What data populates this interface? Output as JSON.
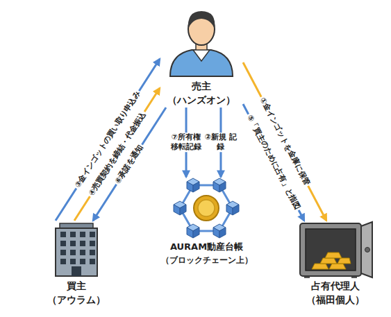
{
  "diagram": {
    "nodes": [
      {
        "text": [
          "売主",
          "（ハンズオン）"
        ]
      },
      {
        "text": [
          "買主",
          "（アウラム）"
        ]
      },
      {
        "text": [
          "AURAM動産台帳",
          "（ブロックチェーン上）"
        ]
      },
      {
        "text": [
          "占有代理人",
          "（福田個人）"
        ]
      }
    ],
    "edges": [
      {
        "from": 0,
        "to": 3,
        "label": "①金インゴットを金庫に保管",
        "arrow": "to"
      },
      {
        "from": 0,
        "to": 2,
        "label": "②新規 記録",
        "arrow": "to"
      },
      {
        "from": 1,
        "to": 0,
        "label": "③金インゴットの買い取り申込み",
        "arrow": "to"
      },
      {
        "from": 1,
        "to": 0,
        "label": "④売買契約を締結・代金振込",
        "arrow": "to"
      },
      {
        "from": 0,
        "to": 3,
        "label": "⑤「買主のために占有」と指図",
        "arrow": "to"
      },
      {
        "from": 0,
        "to": 1,
        "label": "⑥承諾を通知",
        "arrow": "to"
      },
      {
        "from": 0,
        "to": 2,
        "label": "⑦所有権 移転記録",
        "arrow": "to"
      }
    ]
  }
}
